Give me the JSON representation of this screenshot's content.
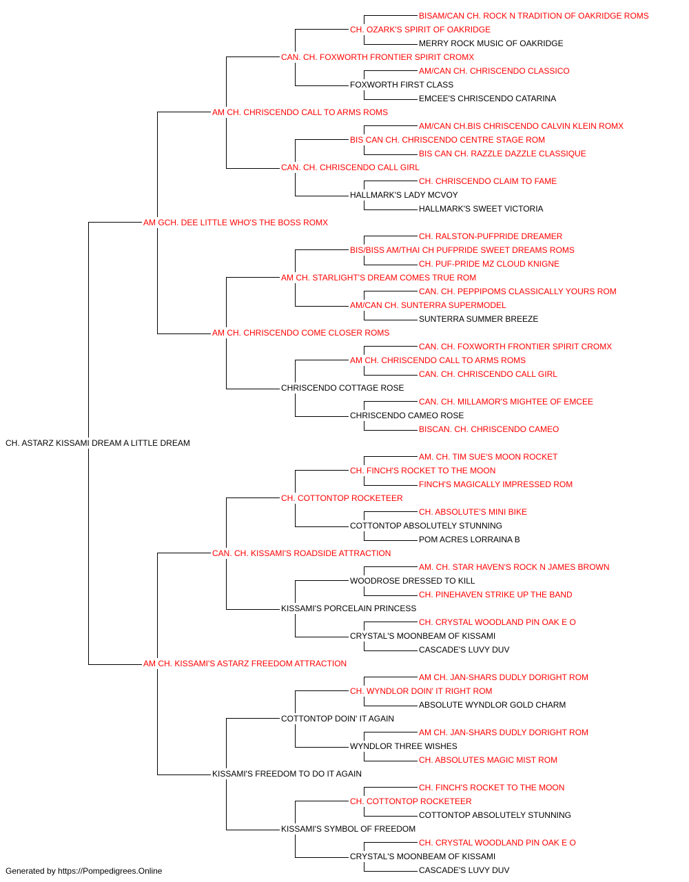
{
  "colors": {
    "titled": "#ff0000",
    "plain": "#000000",
    "line": "#000000"
  },
  "footer": "Generated by https://Pompedigrees.Online",
  "pedigree": {
    "name": "CH. ASTARZ KISSAMI DREAM A LITTLE DREAM",
    "titled": false,
    "sire": {
      "name": "AM GCH. DEE LITTLE WHO'S THE BOSS ROMX",
      "titled": true,
      "sire": {
        "name": "AM CH. CHRISCENDO CALL TO ARMS ROMS",
        "titled": true,
        "sire": {
          "name": "CAN. CH. FOXWORTH FRONTIER SPIRIT CROMX",
          "titled": true,
          "sire": {
            "name": "CH. OZARK'S SPIRIT OF OAKRIDGE",
            "titled": true,
            "sire": {
              "name": "BISAM/CAN CH. ROCK N TRADITION OF OAKRIDGE ROMS",
              "titled": true
            },
            "dam": {
              "name": "MERRY ROCK MUSIC OF OAKRIDGE",
              "titled": false
            }
          },
          "dam": {
            "name": "FOXWORTH FIRST CLASS",
            "titled": false,
            "sire": {
              "name": "AM/CAN CH. CHRISCENDO CLASSICO",
              "titled": true
            },
            "dam": {
              "name": "EMCEE'S CHRISCENDO CATARINA",
              "titled": false
            }
          }
        },
        "dam": {
          "name": "CAN. CH. CHRISCENDO CALL GIRL",
          "titled": true,
          "sire": {
            "name": "BIS CAN CH. CHRISCENDO CENTRE STAGE ROM",
            "titled": true,
            "sire": {
              "name": "AM/CAN CH.BIS CHRISCENDO CALVIN KLEIN ROMX",
              "titled": true
            },
            "dam": {
              "name": "BIS CAN CH. RAZZLE DAZZLE CLASSIQUE",
              "titled": true
            }
          },
          "dam": {
            "name": "HALLMARK'S LADY MCVOY",
            "titled": false,
            "sire": {
              "name": "CH. CHRISCENDO CLAIM TO FAME",
              "titled": true
            },
            "dam": {
              "name": "HALLMARK'S SWEET VICTORIA",
              "titled": false
            }
          }
        }
      },
      "dam": {
        "name": "AM CH. CHRISCENDO COME CLOSER ROMS",
        "titled": true,
        "sire": {
          "name": "AM CH. STARLIGHT'S DREAM COMES TRUE ROM",
          "titled": true,
          "sire": {
            "name": "BIS/BISS AM/THAI CH PUFPRIDE SWEET DREAMS ROMS",
            "titled": true,
            "sire": {
              "name": "CH. RALSTON-PUFPRIDE DREAMER",
              "titled": true
            },
            "dam": {
              "name": "CH. PUF-PRIDE MZ CLOUD KNIGNE",
              "titled": true
            }
          },
          "dam": {
            "name": "AM/CAN CH. SUNTERRA SUPERMODEL",
            "titled": true,
            "sire": {
              "name": "CAN. CH. PEPPIPOMS CLASSICALLY YOURS ROM",
              "titled": true
            },
            "dam": {
              "name": "SUNTERRA SUMMER BREEZE",
              "titled": false
            }
          }
        },
        "dam": {
          "name": "CHRISCENDO COTTAGE ROSE",
          "titled": false,
          "sire": {
            "name": "AM CH. CHRISCENDO CALL TO ARMS ROMS",
            "titled": true,
            "sire": {
              "name": "CAN. CH. FOXWORTH FRONTIER SPIRIT CROMX",
              "titled": true
            },
            "dam": {
              "name": "CAN. CH. CHRISCENDO CALL GIRL",
              "titled": true
            }
          },
          "dam": {
            "name": "CHRISCENDO CAMEO ROSE",
            "titled": false,
            "sire": {
              "name": "CAN. CH. MILLAMOR'S MIGHTEE OF EMCEE",
              "titled": true
            },
            "dam": {
              "name": "BISCAN. CH. CHRISCENDO CAMEO",
              "titled": true
            }
          }
        }
      }
    },
    "dam": {
      "name": "AM CH. KISSAMI'S ASTARZ FREEDOM ATTRACTION",
      "titled": true,
      "sire": {
        "name": "CAN. CH. KISSAMI'S ROADSIDE ATTRACTION",
        "titled": true,
        "sire": {
          "name": "CH. COTTONTOP ROCKETEER",
          "titled": true,
          "sire": {
            "name": "CH. FINCH'S ROCKET TO THE MOON",
            "titled": true,
            "sire": {
              "name": "AM. CH. TIM SUE'S MOON ROCKET",
              "titled": true
            },
            "dam": {
              "name": "FINCH'S MAGICALLY IMPRESSED ROM",
              "titled": true
            }
          },
          "dam": {
            "name": "COTTONTOP ABSOLUTELY STUNNING",
            "titled": false,
            "sire": {
              "name": "CH. ABSOLUTE'S MINI BIKE",
              "titled": true
            },
            "dam": {
              "name": "POM ACRES LORRAINA B",
              "titled": false
            }
          }
        },
        "dam": {
          "name": "KISSAMI'S PORCELAIN PRINCESS",
          "titled": false,
          "sire": {
            "name": "WOODROSE DRESSED TO KILL",
            "titled": false,
            "sire": {
              "name": "AM. CH. STAR HAVEN'S ROCK N JAMES BROWN",
              "titled": true
            },
            "dam": {
              "name": "CH. PINEHAVEN STRIKE UP THE BAND",
              "titled": true
            }
          },
          "dam": {
            "name": "CRYSTAL'S MOONBEAM OF KISSAMI",
            "titled": false,
            "sire": {
              "name": "CH. CRYSTAL WOODLAND PIN OAK E O",
              "titled": true
            },
            "dam": {
              "name": "CASCADE'S LUVY DUV",
              "titled": false
            }
          }
        }
      },
      "dam": {
        "name": "KISSAMI'S FREEDOM TO DO IT AGAIN",
        "titled": false,
        "sire": {
          "name": "COTTONTOP DOIN' IT AGAIN",
          "titled": false,
          "sire": {
            "name": "CH. WYNDLOR DOIN' IT RIGHT ROM",
            "titled": true,
            "sire": {
              "name": "AM CH. JAN-SHARS DUDLY DORIGHT ROM",
              "titled": true
            },
            "dam": {
              "name": "ABSOLUTE WYNDLOR GOLD CHARM",
              "titled": false
            }
          },
          "dam": {
            "name": "WYNDLOR THREE WISHES",
            "titled": false,
            "sire": {
              "name": "AM CH. JAN-SHARS DUDLY DORIGHT ROM",
              "titled": true
            },
            "dam": {
              "name": "CH. ABSOLUTES MAGIC MIST ROM",
              "titled": true
            }
          }
        },
        "dam": {
          "name": "KISSAMI'S SYMBOL OF FREEDOM",
          "titled": false,
          "sire": {
            "name": "CH. COTTONTOP ROCKETEER",
            "titled": true,
            "sire": {
              "name": "CH. FINCH'S ROCKET TO THE MOON",
              "titled": true
            },
            "dam": {
              "name": "COTTONTOP ABSOLUTELY STUNNING",
              "titled": false
            }
          },
          "dam": {
            "name": "CRYSTAL'S MOONBEAM OF KISSAMI",
            "titled": false,
            "sire": {
              "name": "CH. CRYSTAL WOODLAND PIN OAK E O",
              "titled": true
            },
            "dam": {
              "name": "CASCADE'S LUVY DUV",
              "titled": false
            }
          }
        }
      }
    }
  }
}
